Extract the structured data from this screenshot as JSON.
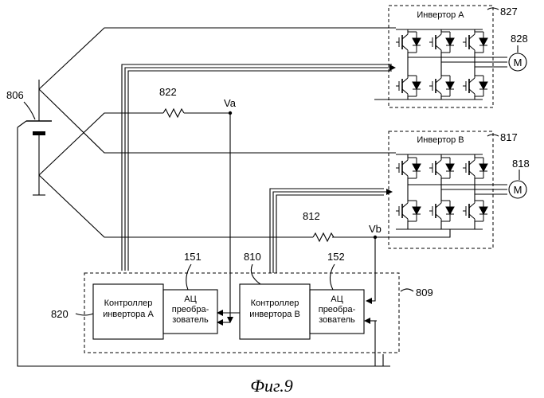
{
  "title": "Фиг.9",
  "blocks": {
    "inverter_a": {
      "label": "Инвертор А",
      "ref": "827"
    },
    "inverter_b": {
      "label": "Инвертор В",
      "ref": "817"
    },
    "motor_a": {
      "label": "M",
      "ref": "828"
    },
    "motor_b": {
      "label": "M",
      "ref": "818"
    },
    "battery": {
      "ref": "806"
    },
    "control_unit": {
      "ref": "809"
    },
    "controller_a": {
      "line1": "Контроллер",
      "line2": "инвертора А",
      "ref": "820"
    },
    "controller_b": {
      "line1": "Контроллер",
      "line2": "инвертора В",
      "ref": "810"
    },
    "adc_a": {
      "line1": "АЦ",
      "line2": "преобра-",
      "line3": "зователь",
      "ref": "151"
    },
    "adc_b": {
      "line1": "АЦ",
      "line2": "преобра-",
      "line3": "зователь",
      "ref": "152"
    },
    "resistor_a": {
      "ref": "822"
    },
    "resistor_b": {
      "ref": "812"
    },
    "node_va": {
      "label": "Va"
    },
    "node_vb": {
      "label": "Vb"
    }
  }
}
